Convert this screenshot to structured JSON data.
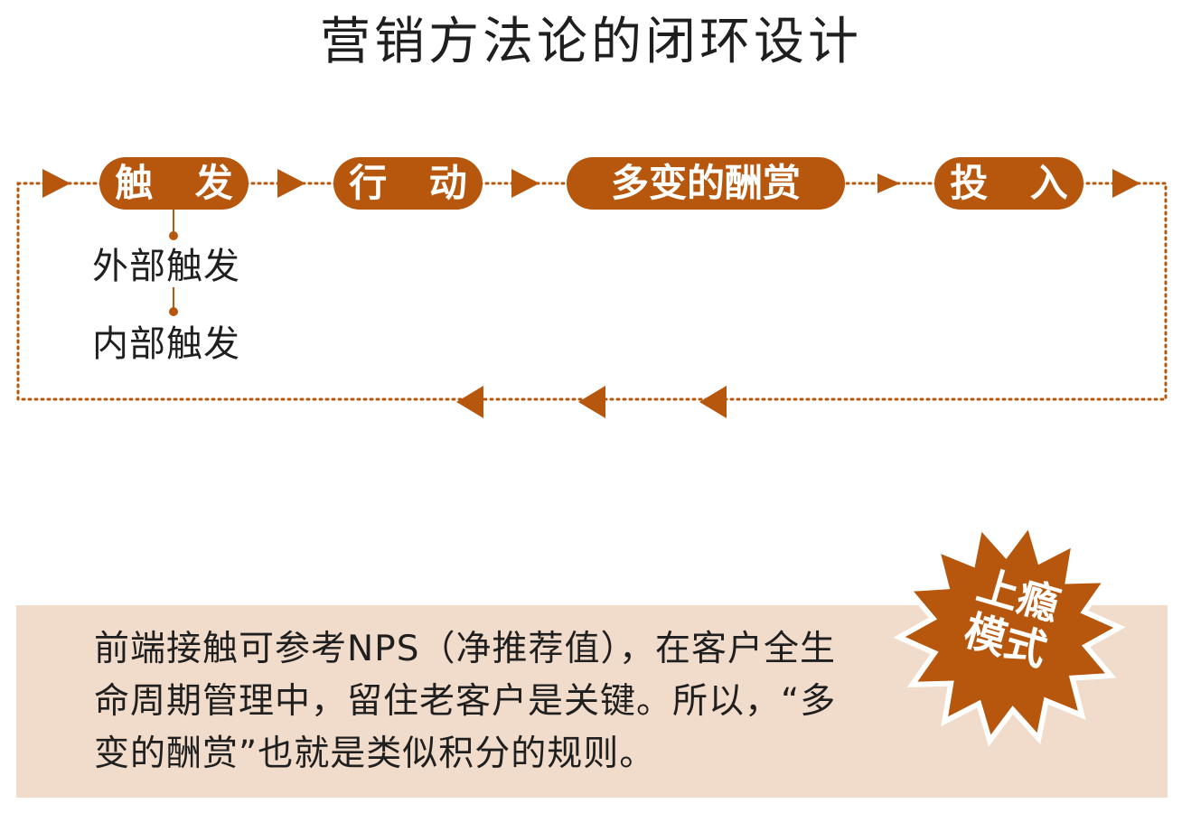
{
  "title": "营销方法论的闭环设计",
  "loop": {
    "steps": [
      "触 发",
      "行 动",
      "多变的酬赏",
      "投 入"
    ],
    "trigger_types": [
      "外部触发",
      "内部触发"
    ]
  },
  "note": {
    "text": "前端接触可参考NPS（净推荐值），在客户全生命周期管理中，留住老客户是关键。所以，“多变的酬赏”也就是类似积分的规则。"
  },
  "badge": {
    "line1": "上瘾",
    "line2": "模式"
  },
  "colors": {
    "accent": "#b7570d",
    "note_background": "#f1dccb",
    "text": "#1f1f1f"
  }
}
